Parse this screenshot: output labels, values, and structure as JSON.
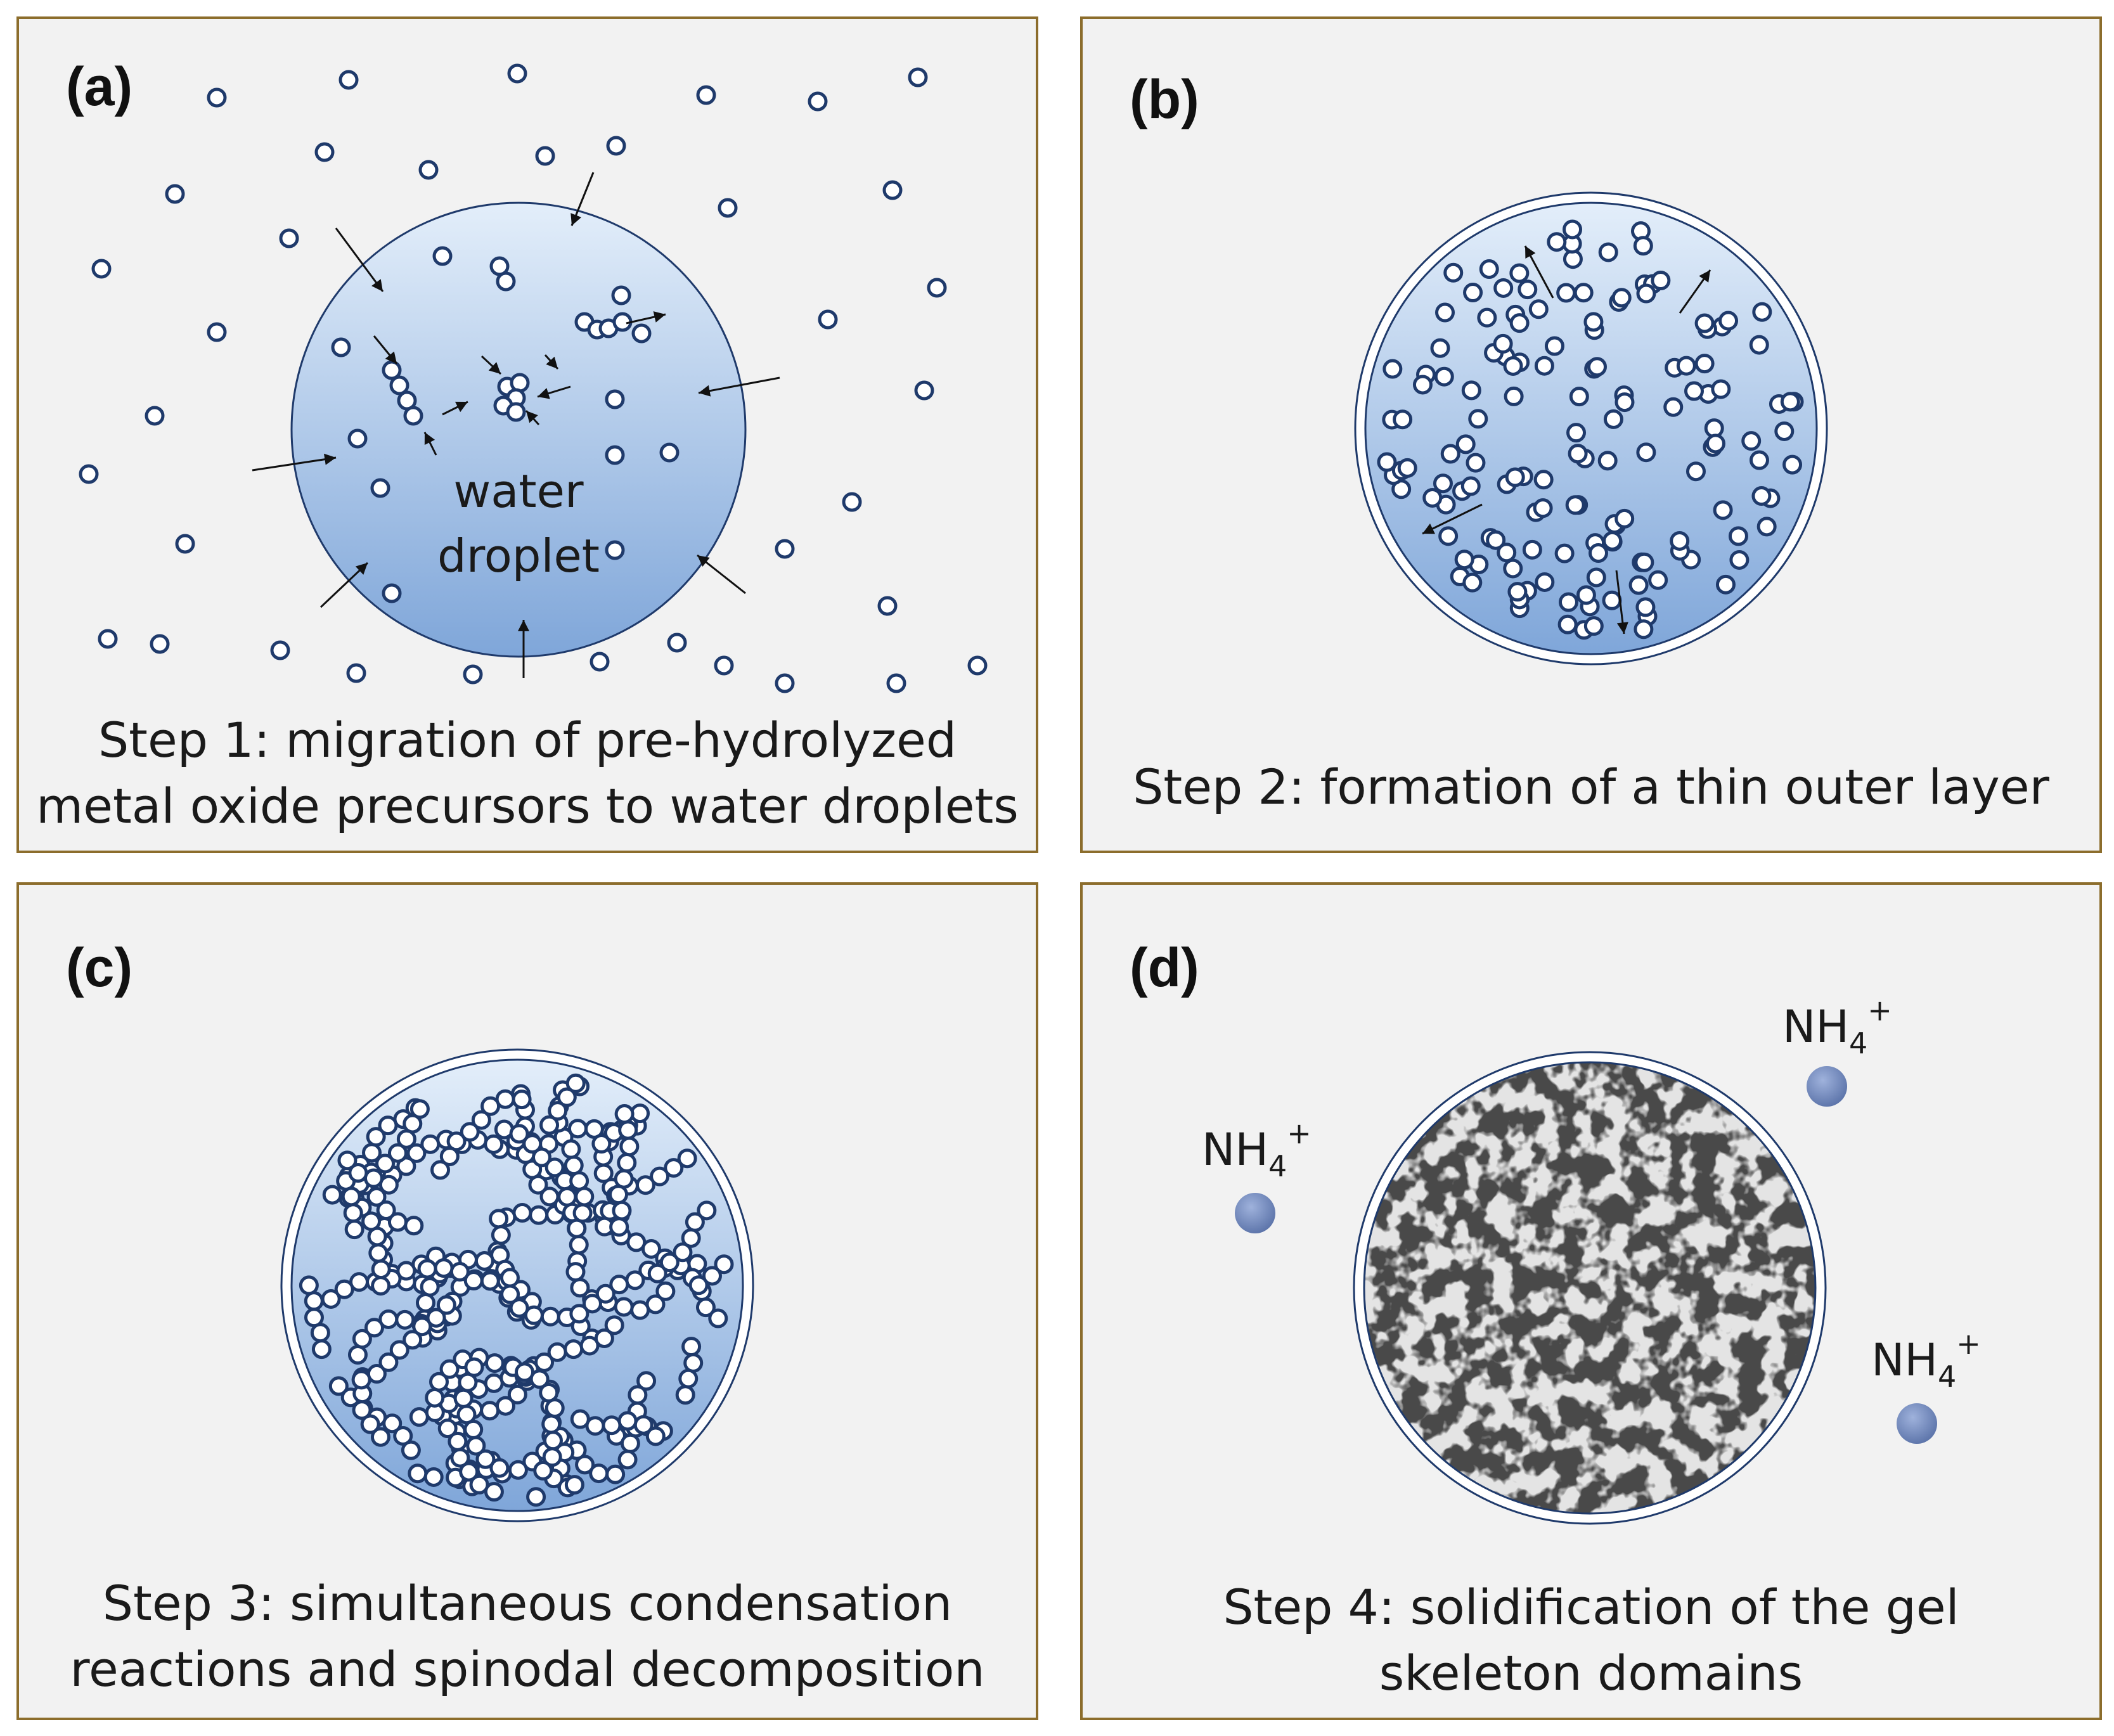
{
  "colors": {
    "panel_bg": "#f2f2f2",
    "panel_border": "#8c6d2c",
    "particle_stroke": "#1f3a6b",
    "droplet_top": "#d7e6f7",
    "droplet_bottom": "#7fa6d9",
    "ion_ball": "#6f86b8"
  },
  "panels": {
    "a": {
      "label": "(a)",
      "droplet_text_1": "water",
      "droplet_text_2": "droplet",
      "caption_line1": "Step 1: migration of pre-hydrolyzed",
      "caption_line2": "metal oxide precursors to water droplets"
    },
    "b": {
      "label": "(b)",
      "caption_line1": "Step 2: formation of a thin outer layer"
    },
    "c": {
      "label": "(c)",
      "caption_line1": "Step 3: simultaneous condensation",
      "caption_line2": "reactions and spinodal decomposition"
    },
    "d": {
      "label": "(d)",
      "ion_base": "NH",
      "ion_sub": "4",
      "ion_sup": "+",
      "caption_line1": "Step 4: solidification of the gel",
      "caption_line2": "skeleton domains"
    }
  }
}
